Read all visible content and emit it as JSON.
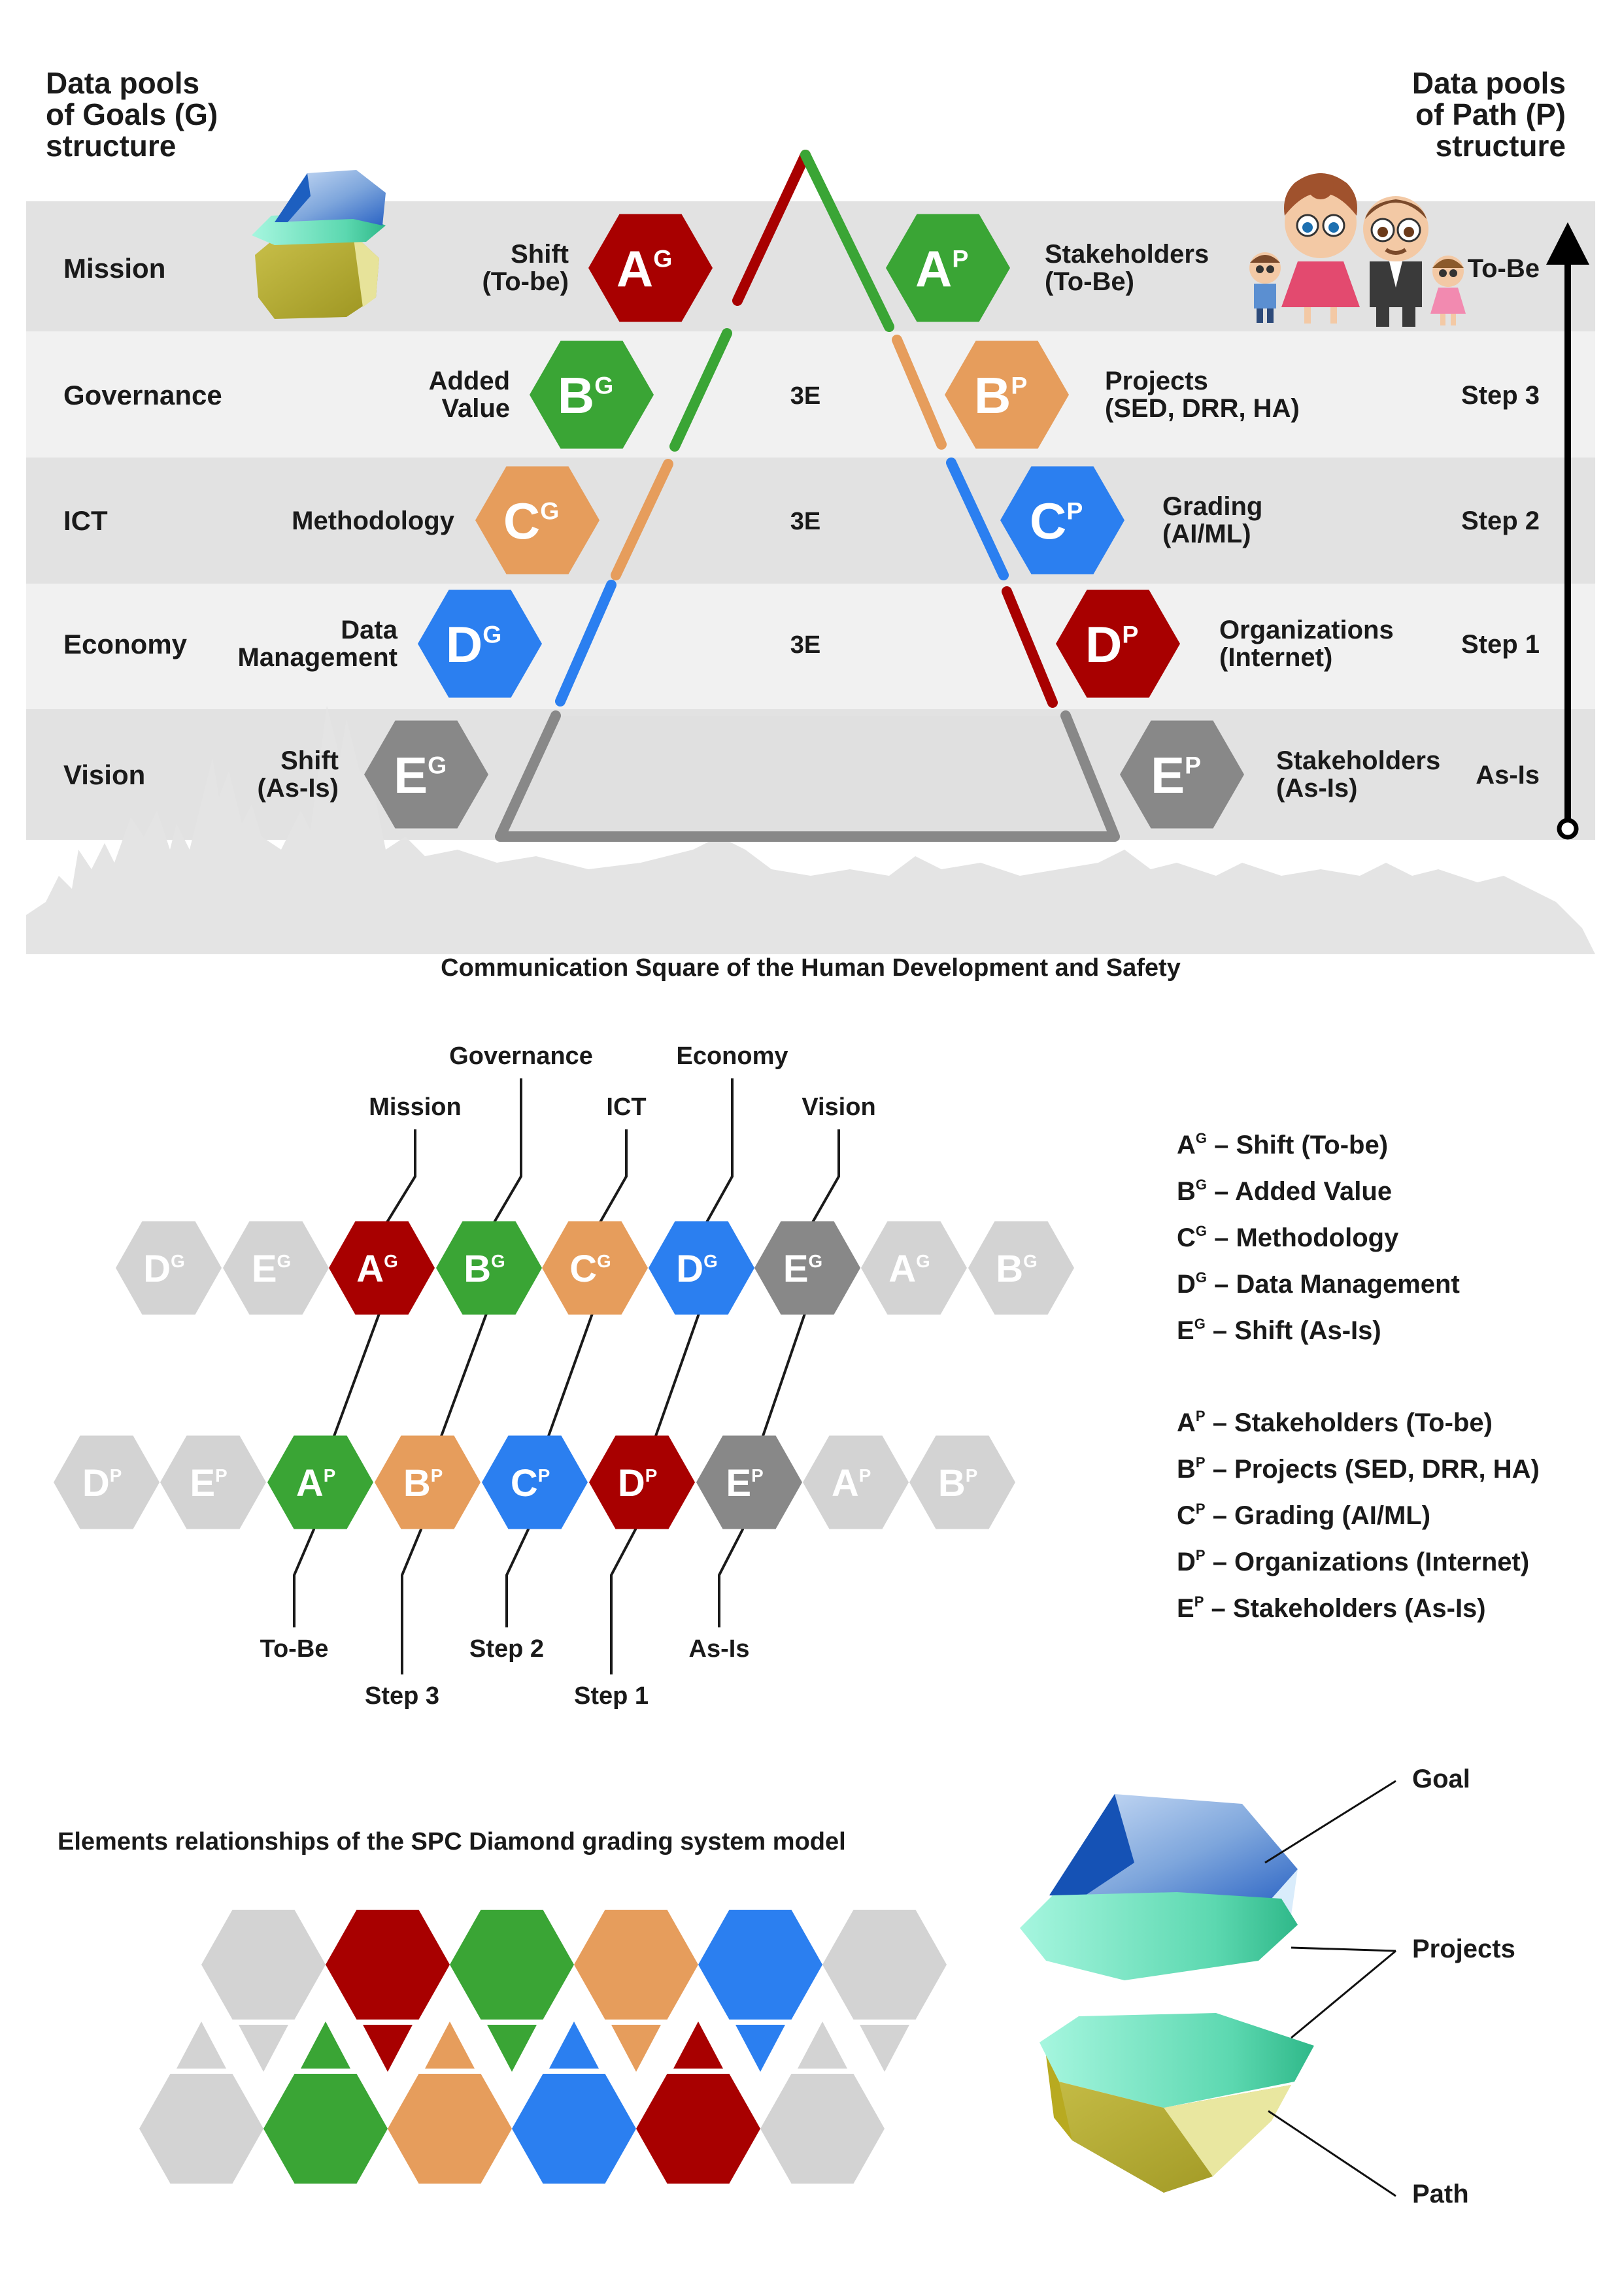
{
  "header": {
    "goals_lines": [
      "Data pools",
      "of Goals (G)",
      "structure"
    ],
    "path_lines": [
      "Data pools",
      "of Path (P)",
      "structure"
    ]
  },
  "colors": {
    "red": "#a80000",
    "green": "#3aa535",
    "orange": "#e69d5c",
    "blue": "#2b7ff0",
    "gray": "#888888",
    "light_gray": "#d3d3d3",
    "band_dark": "#e2e2e2",
    "band_light": "#f1f1f1"
  },
  "rows": [
    {
      "category": "Mission",
      "goal_lines": [
        "Shift",
        "(To-be)"
      ],
      "goal_letter": "A",
      "goal_color": "red",
      "center": "",
      "path_letter": "A",
      "path_color": "green",
      "path_lines": [
        "Stakeholders",
        "(To-Be)"
      ],
      "step": "To-Be"
    },
    {
      "category": "Governance",
      "goal_lines": [
        "Added",
        "Value"
      ],
      "goal_letter": "B",
      "goal_color": "green",
      "center": "3E",
      "path_letter": "B",
      "path_color": "orange",
      "path_lines": [
        "Projects",
        "(SED, DRR, HA)"
      ],
      "step": "Step 3"
    },
    {
      "category": "ICT",
      "goal_lines": [
        "Methodology"
      ],
      "goal_letter": "C",
      "goal_color": "orange",
      "center": "3E",
      "path_letter": "C",
      "path_color": "blue",
      "path_lines": [
        "Grading",
        "(AI/ML)"
      ],
      "step": "Step 2"
    },
    {
      "category": "Economy",
      "goal_lines": [
        "Data",
        "Management"
      ],
      "goal_letter": "D",
      "goal_color": "blue",
      "center": "3E",
      "path_letter": "D",
      "path_color": "red",
      "path_lines": [
        "Organizations",
        "(Internet)"
      ],
      "step": "Step 1"
    },
    {
      "category": "Vision",
      "goal_lines": [
        "Shift",
        "(As-Is)"
      ],
      "goal_letter": "E",
      "goal_color": "gray",
      "center": "",
      "path_letter": "E",
      "path_color": "gray",
      "path_lines": [
        "Stakeholders",
        "(As-Is)"
      ],
      "step": "As-Is"
    }
  ],
  "sup_goal": "G",
  "sup_path": "P",
  "caption_top": "Communication Square of the Human Development and Safety",
  "middle": {
    "top_labels": [
      "Mission",
      "Governance",
      "ICT",
      "Economy",
      "Vision"
    ],
    "bottom_labels": [
      "To-Be",
      "Step 3",
      "Step 2",
      "Step 1",
      "As-Is"
    ],
    "g_row": [
      {
        "letter": "D",
        "color": "light_gray"
      },
      {
        "letter": "E",
        "color": "light_gray"
      },
      {
        "letter": "A",
        "color": "red"
      },
      {
        "letter": "B",
        "color": "green"
      },
      {
        "letter": "C",
        "color": "orange"
      },
      {
        "letter": "D",
        "color": "blue"
      },
      {
        "letter": "E",
        "color": "gray"
      },
      {
        "letter": "A",
        "color": "light_gray"
      },
      {
        "letter": "B",
        "color": "light_gray"
      }
    ],
    "p_row": [
      {
        "letter": "D",
        "color": "light_gray"
      },
      {
        "letter": "E",
        "color": "light_gray"
      },
      {
        "letter": "A",
        "color": "green"
      },
      {
        "letter": "B",
        "color": "orange"
      },
      {
        "letter": "C",
        "color": "blue"
      },
      {
        "letter": "D",
        "color": "red"
      },
      {
        "letter": "E",
        "color": "gray"
      },
      {
        "letter": "A",
        "color": "light_gray"
      },
      {
        "letter": "B",
        "color": "light_gray"
      }
    ]
  },
  "legend_goals": [
    {
      "letter": "A",
      "text": "– Shift (To-be)"
    },
    {
      "letter": "B",
      "text": "– Added Value"
    },
    {
      "letter": "C",
      "text": "– Methodology"
    },
    {
      "letter": "D",
      "text": "– Data Management"
    },
    {
      "letter": "E",
      "text": "– Shift (As-Is)"
    }
  ],
  "legend_paths": [
    {
      "letter": "A",
      "text": "– Stakeholders (To-be)"
    },
    {
      "letter": "B",
      "text": "– Projects (SED, DRR, HA)"
    },
    {
      "letter": "C",
      "text": "– Grading (AI/ML)"
    },
    {
      "letter": "D",
      "text": "– Organizations (Internet)"
    },
    {
      "letter": "E",
      "text": "– Stakeholders (As-Is)"
    }
  ],
  "caption_bottom": "Elements relationships of the SPC Diamond grading system model",
  "bottom_colors": {
    "top": [
      "light_gray",
      "red",
      "green",
      "orange",
      "blue",
      "light_gray"
    ],
    "bottom": [
      "light_gray",
      "green",
      "orange",
      "blue",
      "red",
      "light_gray"
    ]
  },
  "diamond_labels": {
    "goal": "Goal",
    "projects": "Projects",
    "path": "Path"
  }
}
